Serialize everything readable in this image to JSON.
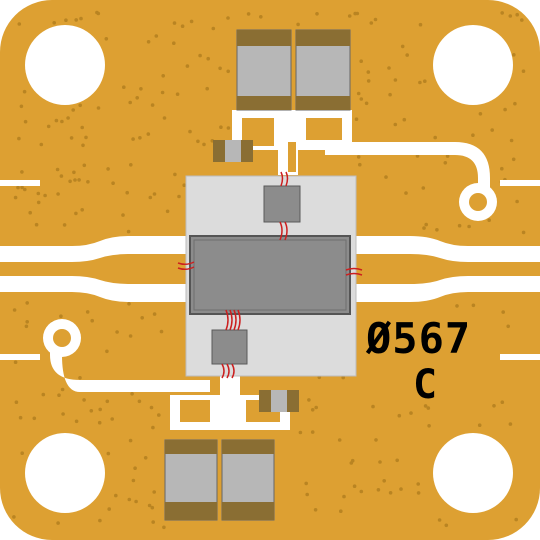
{
  "board": {
    "part_number": "Ø567",
    "revision": "C"
  },
  "colors": {
    "substrate_gold": "#DDA032",
    "via_dot": "#B98422",
    "trace_white": "#FFFFFF",
    "ceramic_gray": "#DCDCDC",
    "die_dark": "#8C8C8C",
    "capacitor_body": "#B7B7B7",
    "capacitor_end": "#8A6E33",
    "bond_wire": "#CC1F1F",
    "marking_black": "#000000"
  },
  "components": {
    "top_capacitors": 2,
    "bottom_capacitors": 2,
    "small_resistors": 2,
    "mounting_holes": 4,
    "test_pads": 2
  }
}
